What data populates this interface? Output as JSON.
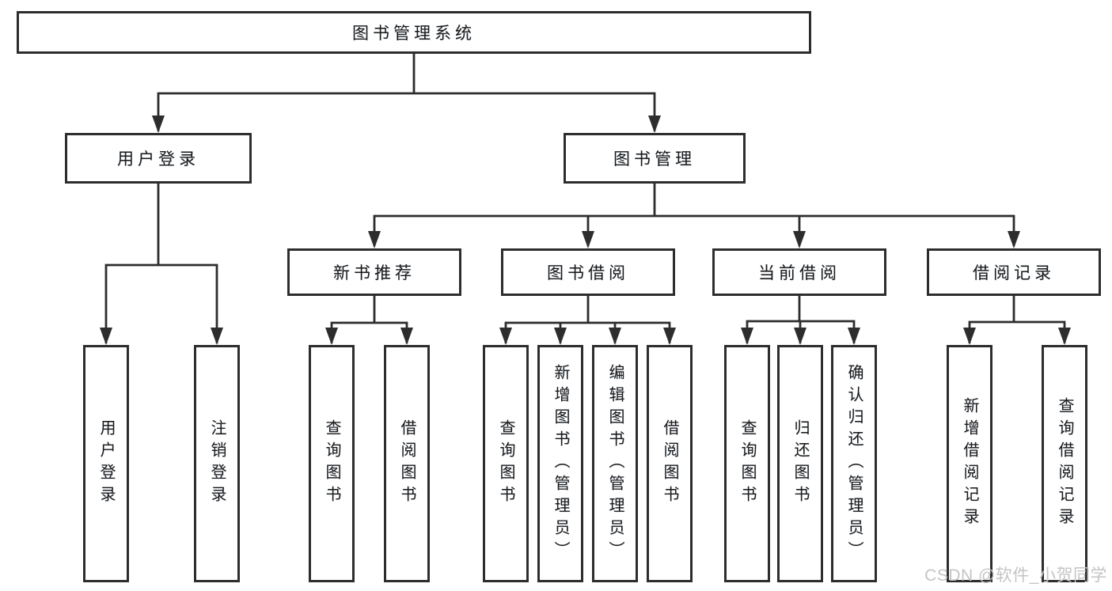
{
  "diagram": {
    "type": "tree",
    "tree": {
      "label": "图书管理系统",
      "children": [
        {
          "label": "用户登录",
          "children": [
            {
              "label": "用户登录"
            },
            {
              "label": "注销登录"
            }
          ]
        },
        {
          "label": "图书管理",
          "children": [
            {
              "label": "新书推荐",
              "children": [
                {
                  "label": "查询图书"
                },
                {
                  "label": "借阅图书"
                }
              ]
            },
            {
              "label": "图书借阅",
              "children": [
                {
                  "label": "查询图书"
                },
                {
                  "label": "新增图书（管理员）"
                },
                {
                  "label": "编辑图书（管理员）"
                },
                {
                  "label": "借阅图书"
                }
              ]
            },
            {
              "label": "当前借阅",
              "children": [
                {
                  "label": "查询图书"
                },
                {
                  "label": "归还图书"
                },
                {
                  "label": "确认归还（管理员）"
                }
              ]
            },
            {
              "label": "借阅记录",
              "children": [
                {
                  "label": "新增借阅记录"
                },
                {
                  "label": "查询借阅记录"
                }
              ]
            }
          ]
        }
      ]
    },
    "colors": {
      "line": "#2d2d2d",
      "box_border": "#2d2d2d",
      "text": "#1a1a1a",
      "background": "#ffffff",
      "watermark": "#c4c4c4"
    }
  },
  "watermark": "CSDN @软件_小贺同学"
}
